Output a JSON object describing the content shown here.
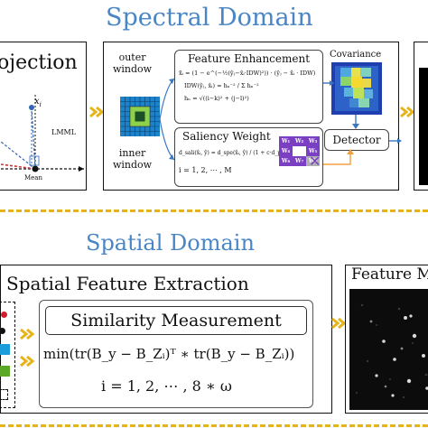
{
  "spectral": {
    "title": "Spectral Domain",
    "projection_label": "ojection",
    "axis_xi": "x",
    "axis_xi_sub": "i",
    "lmml_label": "LMML",
    "mean_label": "Mean",
    "outer_window_label_1": "outer",
    "outer_window_label_2": "window",
    "inner_window_label_1": "inner",
    "inner_window_label_2": "window",
    "feature_enhancement_label": "Feature Enhancement",
    "fe_formula_1": "x̃ᵢ = (1 − e^(−½(ŷⱼ−x̂ᵢ·IDW)²)) · (ŷⱼ − x̂ᵢ · IDW)",
    "fe_formula_2": "IDW(ŷⱼ, x̂ᵢ) = hₙ⁻² / Σ hₙ⁻²",
    "fe_formula_3": "hₙ = √((i−k)² + (j−l)²)",
    "saliency_weight_label": "Saliency Weight",
    "sw_formula_1": "d_sali(x̂ᵢ, ŷ) = d_spe(x̂ᵢ, ŷ) / (1 + c·d_pos(x̂ᵢ, ŷ))",
    "sw_formula_2": "i = 1, 2, ⋯ , M",
    "weights": [
      "W₁",
      "W₂",
      "W₃",
      "W₄",
      "W₅",
      "W₆",
      "W₇",
      "W₈"
    ],
    "covariance_label": "Covariance",
    "detector_label": "Detector"
  },
  "spatial": {
    "title": "Spatial Domain",
    "extraction_label": "Spatial Feature Extraction",
    "similarity_label": "Similarity Measurement",
    "formula_1": "min(tr(B_y − B_Zᵢ)ᵀ ∗ tr(B_y − B_Zᵢ))",
    "formula_2": "i = 1, 2, ⋯ , 8 ∗ ω",
    "feature_map_label": "Feature M"
  },
  "colors": {
    "title_blue": "#4a86c5",
    "chevron_gold": "#e6b319",
    "weight_purple": "#7b3fc4",
    "weight_gray": "#b0b0b0",
    "arrow_blue": "#3a78c2",
    "arrow_orange": "#f0a040"
  }
}
